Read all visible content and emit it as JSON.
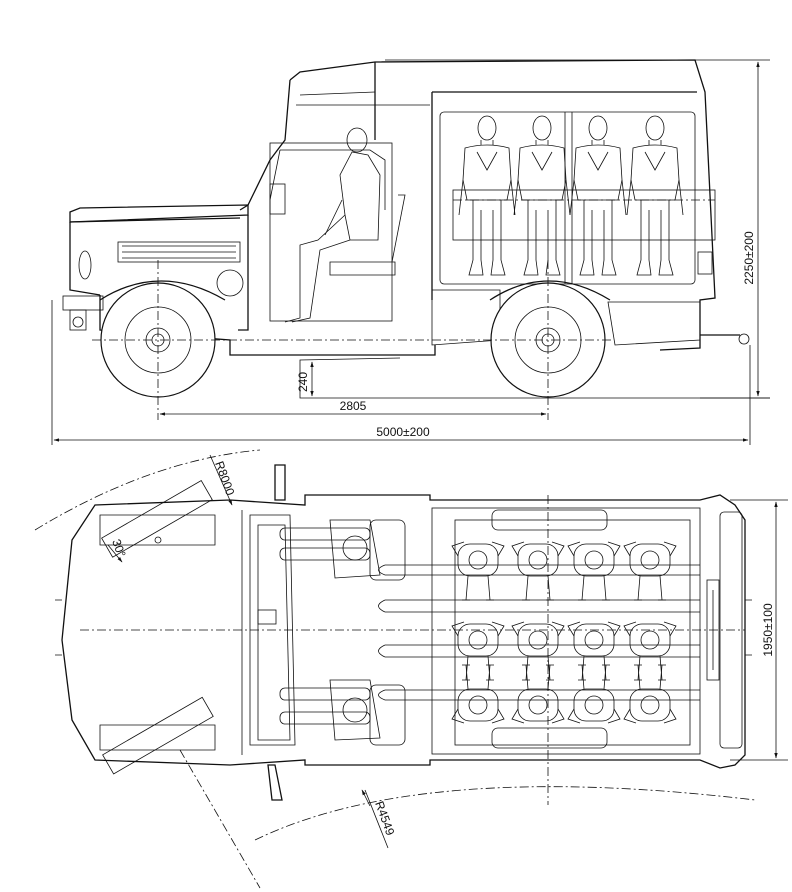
{
  "side_view": {
    "dim_height": "2250±200",
    "dim_ground": "240",
    "dim_wheelbase": "2805",
    "dim_length": "5000±200"
  },
  "top_view": {
    "dim_radius_outer": "R8000",
    "dim_angle": "30°",
    "dim_width": "1950±100",
    "dim_radius_inner": "R4549"
  }
}
